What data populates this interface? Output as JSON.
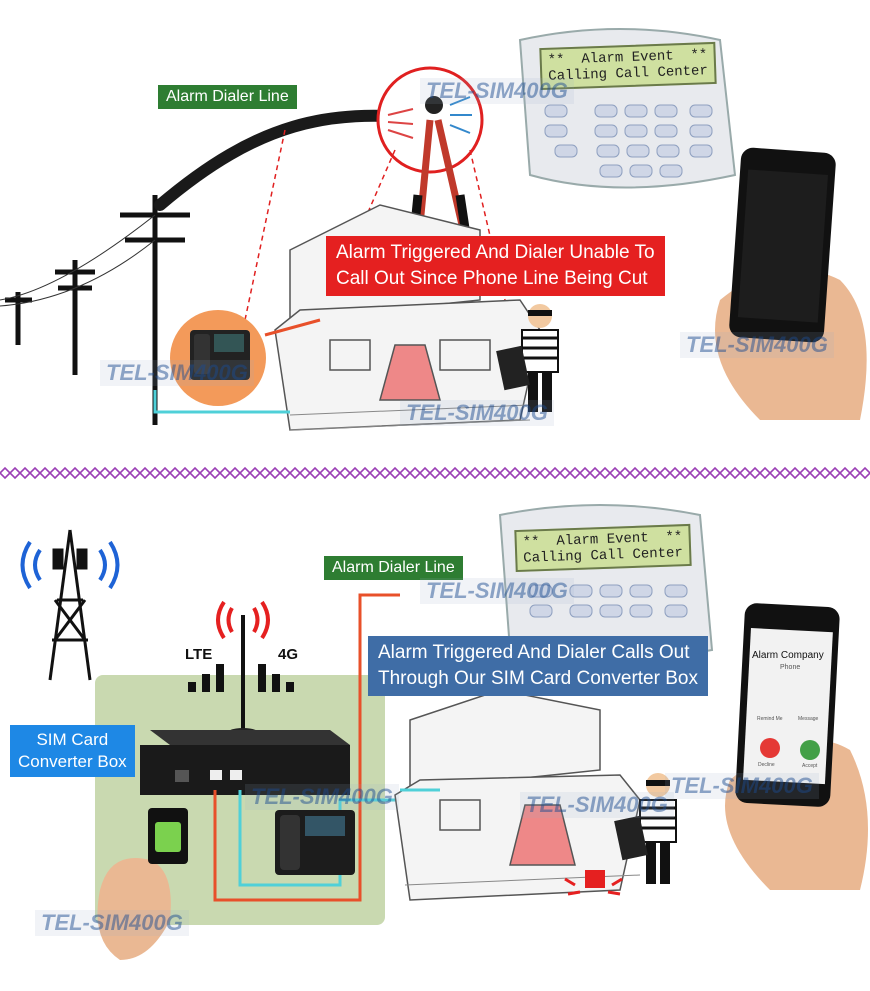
{
  "top": {
    "alarm_dialer_label": "Alarm Dialer Line",
    "banner_line1": "Alarm Triggered And Dialer Unable To",
    "banner_line2": "Call Out Since Phone Line Being Cut",
    "keypad_line1": "**  Alarm Event  **",
    "keypad_line2": "Calling Call Center",
    "watermarks": [
      "TEL-SIM400G",
      "TEL-SIM400G",
      "TEL-SIM400G",
      "TEL-SIM400G"
    ]
  },
  "bottom": {
    "alarm_dialer_label": "Alarm Dialer Line",
    "banner_line1": "Alarm Triggered And Dialer Calls Out",
    "banner_line2": "Through Our SIM Card Converter Box",
    "keypad_line1": "**  Alarm Event  **",
    "keypad_line2": "Calling Call Center",
    "sim_box_line1": "SIM Card",
    "sim_box_line2": "Converter Box",
    "lte_label": "LTE",
    "fourg_label": "4G",
    "phone_caller": "Alarm Company",
    "phone_sub": "Phone",
    "phone_btn_remind": "Remind Me",
    "phone_btn_message": "Message",
    "phone_btn_decline": "Decline",
    "phone_btn_accept": "Accept",
    "watermarks": [
      "TEL-SIM400G",
      "TEL-SIM400G",
      "TEL-SIM400G",
      "TEL-SIM400G",
      "TEL-SIM400G"
    ]
  },
  "colors": {
    "green_tag": "#2e7d32",
    "red_banner": "#e52020",
    "blue_banner": "#3f6da6",
    "blue_tag": "#1e88e5",
    "divider": "#9b3fb5",
    "line_red": "#e8502a",
    "line_cyan": "#4fd0d8",
    "panel_green": "#c9d9b0"
  }
}
